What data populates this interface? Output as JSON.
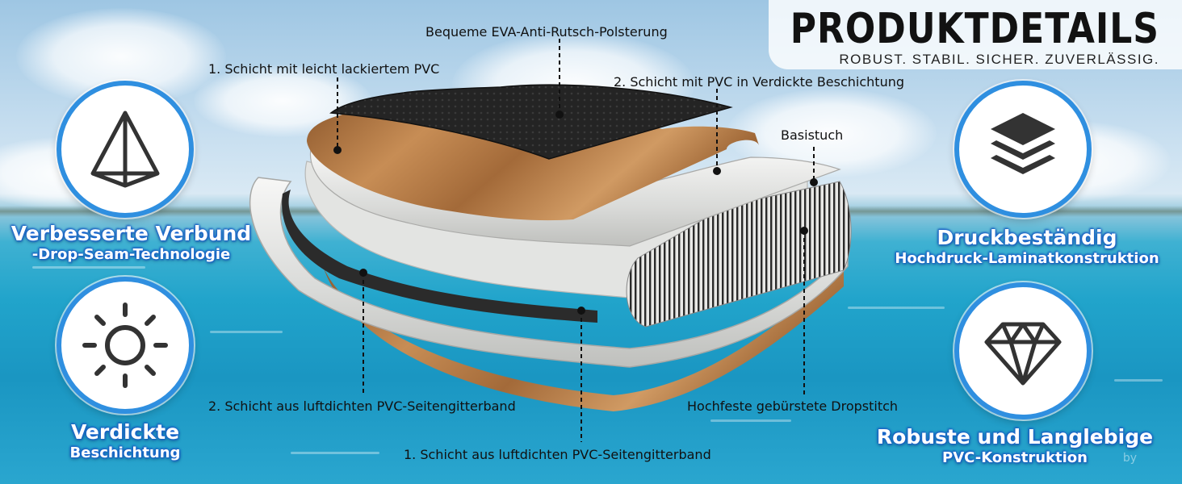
{
  "header": {
    "title": "PRODUKTDETAILS",
    "subtitle": "ROBUST. STABIL. SICHER. ZUVERLÄSSIG."
  },
  "features": {
    "left_top": {
      "line1": "Verbesserte Verbund",
      "line2": "-Drop-Seam-Technologie",
      "icon": "pyramid-icon"
    },
    "left_bottom": {
      "line1": "Verdickte",
      "line2": "Beschichtung",
      "icon": "sun-icon"
    },
    "right_top": {
      "line1": "Druckbeständig",
      "line2": "Hochdruck-Laminatkonstruktion",
      "icon": "layers-icon"
    },
    "right_bottom": {
      "line1": "Robuste und Langlebige",
      "line2": "PVC-Konstruktion",
      "icon": "diamond-icon"
    }
  },
  "callouts": {
    "eva_pad": "Bequeme EVA-Anti-Rutsch-Polsterung",
    "layer1_lacquered": "1. Schicht mit leicht lackiertem PVC",
    "layer2_thickened": "2. Schicht mit PVC in Verdickte Beschichtung",
    "base_fabric": "Basistuch",
    "layer2_side_band": "2. Schicht aus luftdichten PVC-Seitengitterband",
    "dropstitch": "Hochfeste gebürstete Dropstitch",
    "layer1_side_band": "1. Schicht aus luftdichten PVC-Seitengitterband"
  },
  "watermark": "by",
  "colors": {
    "badge_ring": "#2f8fe0",
    "feature_outline": "#1d6ad8",
    "wood": "#b9804a",
    "pvc": "#e6e7e6",
    "eva": "#262626"
  }
}
